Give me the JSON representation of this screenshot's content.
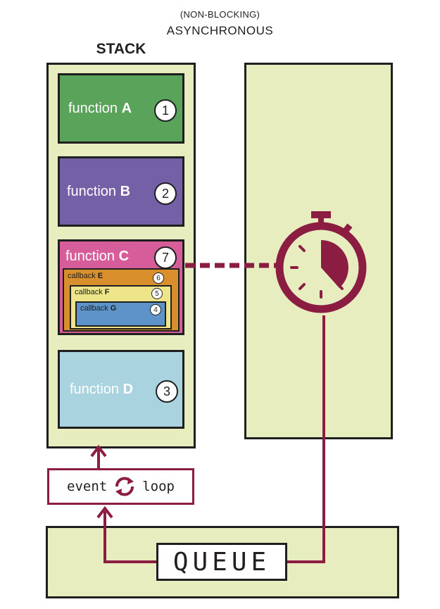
{
  "header": {
    "subtitle": "(NON-BLOCKING)",
    "title": "ASYNCHRONOUS"
  },
  "stack": {
    "title": "STACK",
    "functions": [
      {
        "prefix": "function ",
        "name": "A",
        "order": "1",
        "color": "#5aa35a"
      },
      {
        "prefix": "function ",
        "name": "B",
        "order": "2",
        "color": "#7460a6"
      },
      {
        "prefix": "function ",
        "name": "C",
        "order": "7",
        "color": "#d65d99"
      },
      {
        "prefix": "function ",
        "name": "D",
        "order": "3",
        "color": "#a9d4df"
      }
    ],
    "callbacks": [
      {
        "prefix": "callback ",
        "name": "E",
        "order": "6",
        "color": "#d98f2c"
      },
      {
        "prefix": "callback ",
        "name": "F",
        "order": "5",
        "color": "#eee58a"
      },
      {
        "prefix": "callback ",
        "name": "G",
        "order": "4",
        "color": "#5d93c8"
      }
    ]
  },
  "event_loop": {
    "word1": "event",
    "word2": "loop",
    "icon": "refresh-cycle-icon"
  },
  "queue": {
    "label": "QUEUE"
  },
  "timer": {
    "icon": "stopwatch-icon",
    "color": "#8a1d41"
  },
  "colors": {
    "panel": "#e8edc0",
    "accent": "#8a1d41"
  }
}
